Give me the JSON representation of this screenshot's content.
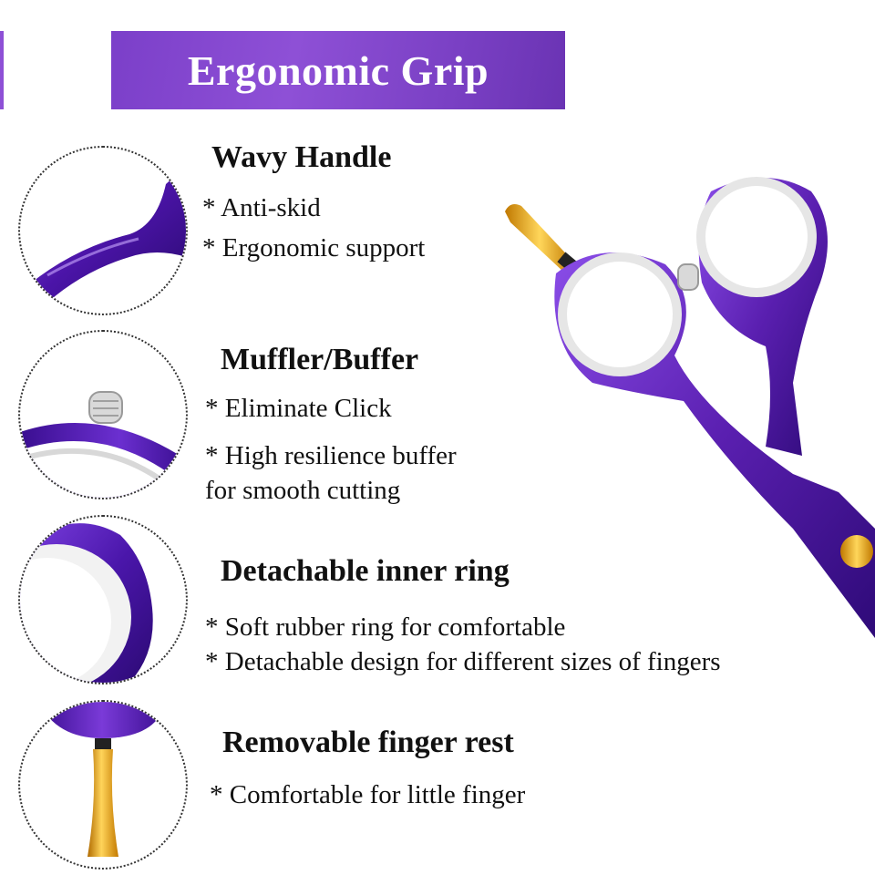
{
  "banner": {
    "title": "Ergonomic Grip"
  },
  "features": [
    {
      "heading": "Wavy Handle",
      "bullets": [
        "* Anti-skid",
        "* Ergonomic support"
      ]
    },
    {
      "heading": "Muffler/Buffer",
      "bullets": [
        "* Eliminate Click",
        "* High resilience buffer",
        "for smooth cutting"
      ]
    },
    {
      "heading": "Detachable inner ring",
      "bullets": [
        "* Soft rubber ring for comfortable",
        "* Detachable design for different sizes of fingers"
      ]
    },
    {
      "heading": "Removable finger rest",
      "bullets": [
        "* Comfortable for little finger"
      ]
    }
  ],
  "colors": {
    "accent": "#7b3fc9",
    "handle_purple": "#5a1fb0",
    "gold": "#f2b024"
  },
  "icons": [
    "wavy-handle-closeup",
    "muffler-buffer-closeup",
    "inner-ring-closeup",
    "finger-rest-closeup",
    "scissors-handle-image"
  ]
}
